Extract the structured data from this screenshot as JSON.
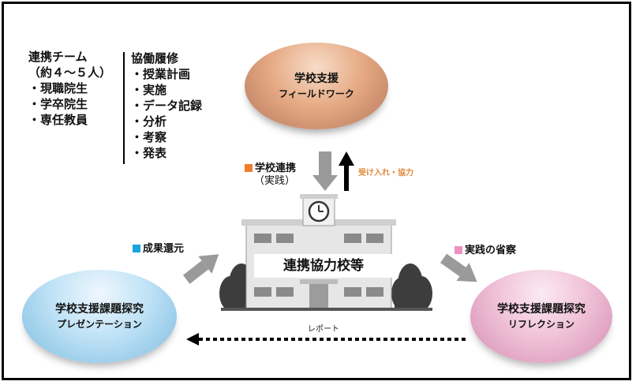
{
  "team": {
    "title": "連携チーム",
    "subtitle": "（約４～５人）",
    "members": [
      "・現職院生",
      "・学卒院生",
      "・専任教員"
    ]
  },
  "work": {
    "title": "協働履修",
    "items": [
      "・授業計画",
      "・実施",
      "・データ記録",
      "・分析",
      "・考察",
      "・発表"
    ]
  },
  "nodes": {
    "top": {
      "title": "学校支援",
      "subtitle": "フィールドワーク"
    },
    "left": {
      "title": "学校支援課題探究",
      "subtitle": "プレゼンテーション"
    },
    "right": {
      "title": "学校支援課題探究",
      "subtitle": "リフレクション"
    },
    "center": {
      "title": "連携協力校等"
    }
  },
  "edges": {
    "school_link": {
      "label": "学校連携",
      "sub": "（実践）",
      "color": "#ef7d2a"
    },
    "accept": {
      "label": "受け入れ・協力",
      "color": "#e08a3a"
    },
    "results": {
      "label": "成果還元",
      "color": "#1aa3df"
    },
    "reflection": {
      "label": "実践の省察",
      "color": "#ef8fc3"
    },
    "report": {
      "label": "レポート"
    }
  }
}
